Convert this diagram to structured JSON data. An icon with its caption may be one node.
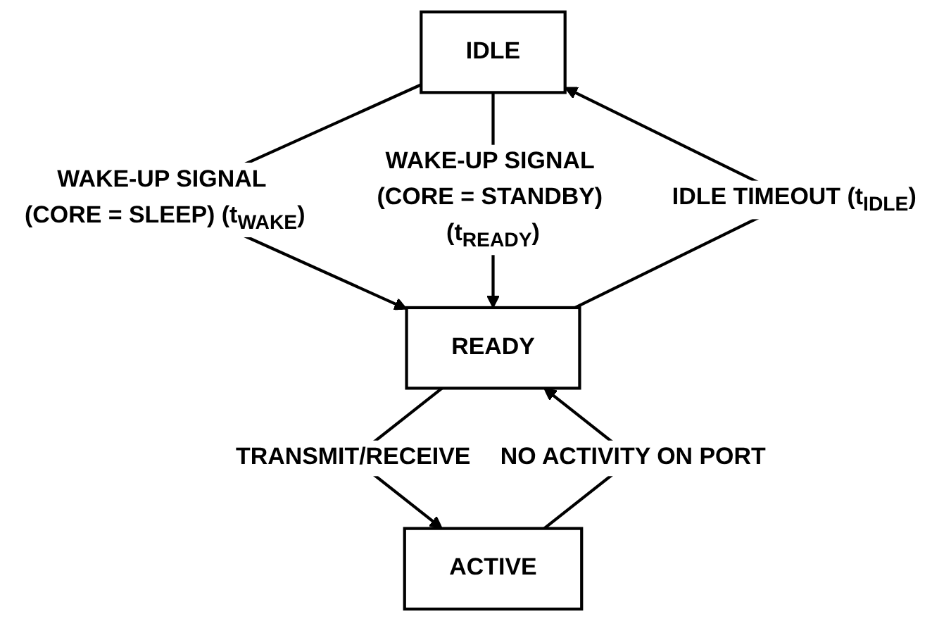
{
  "diagram": {
    "nodes": [
      {
        "text": [
          "IDLE"
        ]
      },
      {
        "text": [
          "READY"
        ]
      },
      {
        "text": [
          "ACTIVE"
        ]
      }
    ],
    "edges": [
      {
        "from": 0,
        "to": 1,
        "arrow": "to",
        "label": "WAKE-UP SIGNAL (CORE = SLEEP) (t$_{WAKE}$)"
      },
      {
        "from": 1,
        "to": 0,
        "arrow": "to",
        "label": "IDLE TIMEOUT (t$_{IDLE}$)"
      },
      {
        "from": 0,
        "to": 1,
        "arrow": "to",
        "label": "WAKE-UP SIGNAL (CORE = STANDBY) (t$_{READY}$)"
      },
      {
        "from": 1,
        "to": 2,
        "arrow": "to",
        "label": "TRANSMIT/RECEIVE"
      },
      {
        "from": 2,
        "to": 1,
        "arrow": "to",
        "label": "NO ACTIVITY ON PORT"
      }
    ]
  }
}
